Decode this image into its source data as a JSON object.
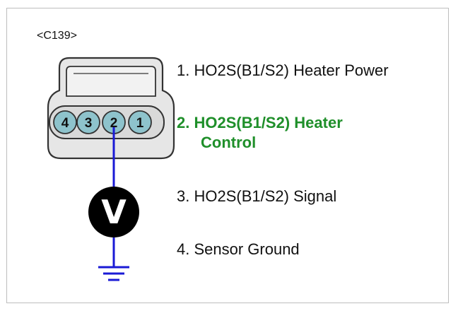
{
  "connector": {
    "label": "<C139>",
    "pins": [
      "4",
      "3",
      "2",
      "1"
    ]
  },
  "meter": {
    "symbol": "V"
  },
  "pins": [
    {
      "text": "1. HO2S(B1/S2) Heater Power"
    },
    {
      "line1": "2. HO2S(B1/S2) Heater",
      "line2": "Control"
    },
    {
      "text": "3. HO2S(B1/S2) Signal"
    },
    {
      "text": "4. Sensor Ground"
    }
  ],
  "colors": {
    "highlight_text": "#1f8f2a",
    "wire": "#1a1ad6",
    "pin_fill": "#8ec3cc",
    "connector_fill": "#e8e8e8",
    "meter_fill": "#000000"
  }
}
